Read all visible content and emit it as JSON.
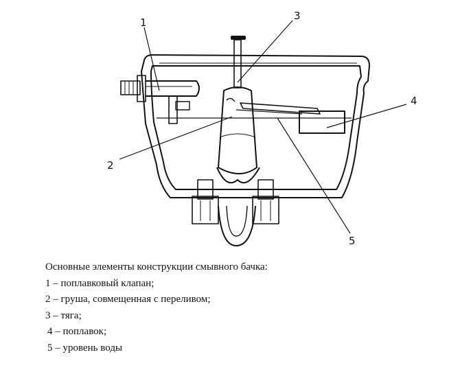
{
  "callouts": [
    {
      "number": "1"
    },
    {
      "number": "2"
    },
    {
      "number": "3"
    },
    {
      "number": "4"
    },
    {
      "number": "5"
    }
  ],
  "legend": {
    "title": "Основные элементы конструкции смывного бачка:",
    "items": [
      "1 – поплавковый клапан;",
      "2 – груша, совмещенная с переливом;",
      "3 – тяга;",
      "4 – поплавок;",
      "5 – уровень воды"
    ]
  }
}
